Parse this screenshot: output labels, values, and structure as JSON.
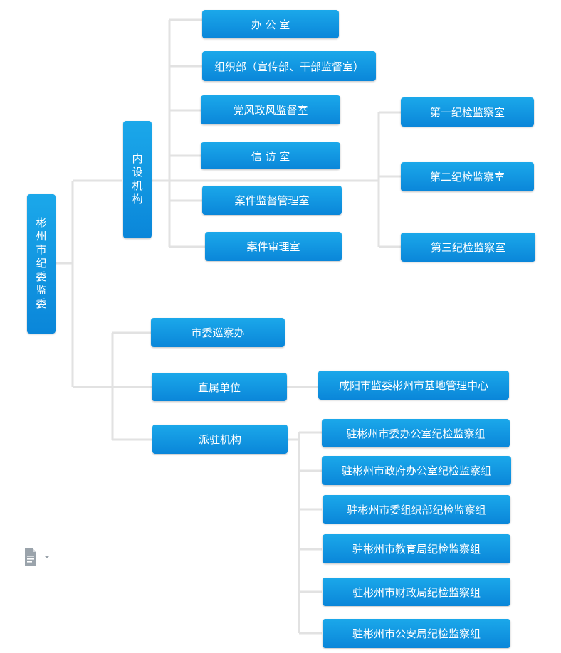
{
  "root": "彬州市纪委监委",
  "branches": {
    "internal": {
      "label": "内设机构",
      "items": [
        "办 公 室",
        "组织部（宣传部、干部监督室）",
        "党风政风监督室",
        "信 访 室",
        "案件监督管理室",
        "案件审理室"
      ],
      "sub_items": [
        "第一纪检监察室",
        "第二纪检监察室",
        "第三纪检监察室"
      ]
    },
    "patrol": {
      "label": "市委巡察办"
    },
    "direct": {
      "label": "直属单位",
      "items": [
        "咸阳市监委彬州市基地管理中心"
      ]
    },
    "dispatched": {
      "label": "派驻机构",
      "items": [
        "驻彬州市委办公室纪检监察组",
        "驻彬州市政府办公室纪检监察组",
        "驻彬州市委组织部纪检监察组",
        "驻彬州市教育局纪检监察组",
        "驻彬州市财政局纪检监察组",
        "驻彬州市公安局纪检监察组"
      ]
    }
  },
  "colors": {
    "node_top": "#1ba8ea",
    "node_bottom": "#0a86d9",
    "connector": "#e2e2e2",
    "icon": "#9aa3ab"
  },
  "icons": {
    "doc": "document-icon",
    "caret": "caret-down-icon"
  }
}
